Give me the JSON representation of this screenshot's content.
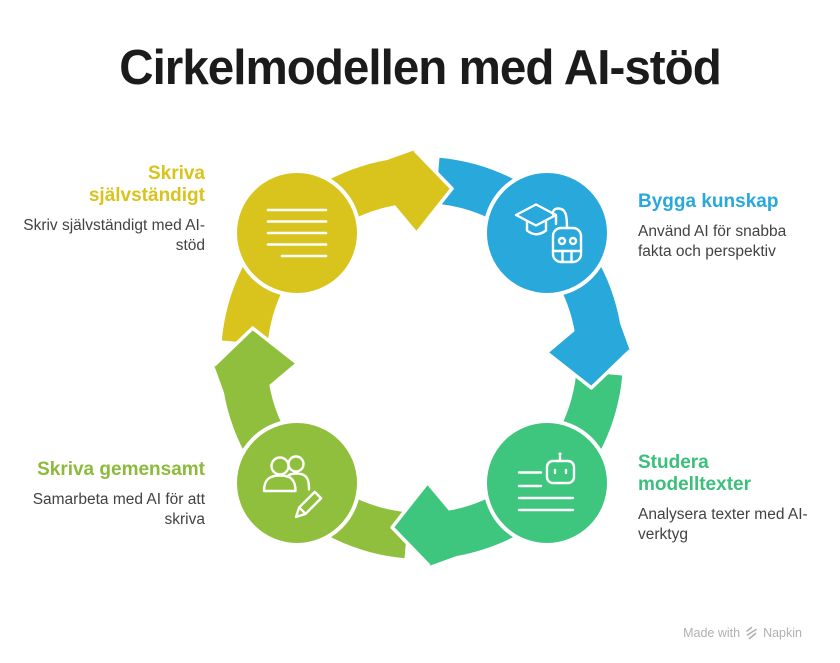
{
  "title": "Cirkelmodellen med AI-stöd",
  "diagram": {
    "type": "cycle",
    "direction": "clockwise",
    "nodes": [
      {
        "id": "skriva-sjalvstandigt",
        "label": "Skriva självständigt",
        "desc": "Skriv självständigt med AI-stöd",
        "color": "#d9c31d",
        "position": "top-left",
        "icon": "text-lines-icon"
      },
      {
        "id": "bygga-kunskap",
        "label": "Bygga kunskap",
        "desc": "Använd AI för snabba fakta och perspektiv",
        "color": "#29a8db",
        "position": "top-right",
        "icon": "graduation-cap-robot-icon"
      },
      {
        "id": "studera-modelltexter",
        "label": "Studera modelltexter",
        "desc": "Analysera texter med AI-verktyg",
        "color": "#3ec57e",
        "position": "bottom-right",
        "icon": "text-analysis-robot-icon"
      },
      {
        "id": "skriva-gemensamt",
        "label": "Skriva gemensamt",
        "desc": "Samarbeta med AI för att skriva",
        "color": "#90bf3d",
        "position": "bottom-left",
        "icon": "people-pencil-icon"
      }
    ],
    "colors": {
      "yellow": "#d9c41e",
      "blue": "#29a8db",
      "green": "#3ec57e",
      "olive": "#90bf3d",
      "title_text": "#1b1b1b",
      "body_text": "#424242",
      "watermark_text": "#b0b0b0"
    }
  },
  "watermark": {
    "prefix": "Made with",
    "brand": "Napkin"
  }
}
